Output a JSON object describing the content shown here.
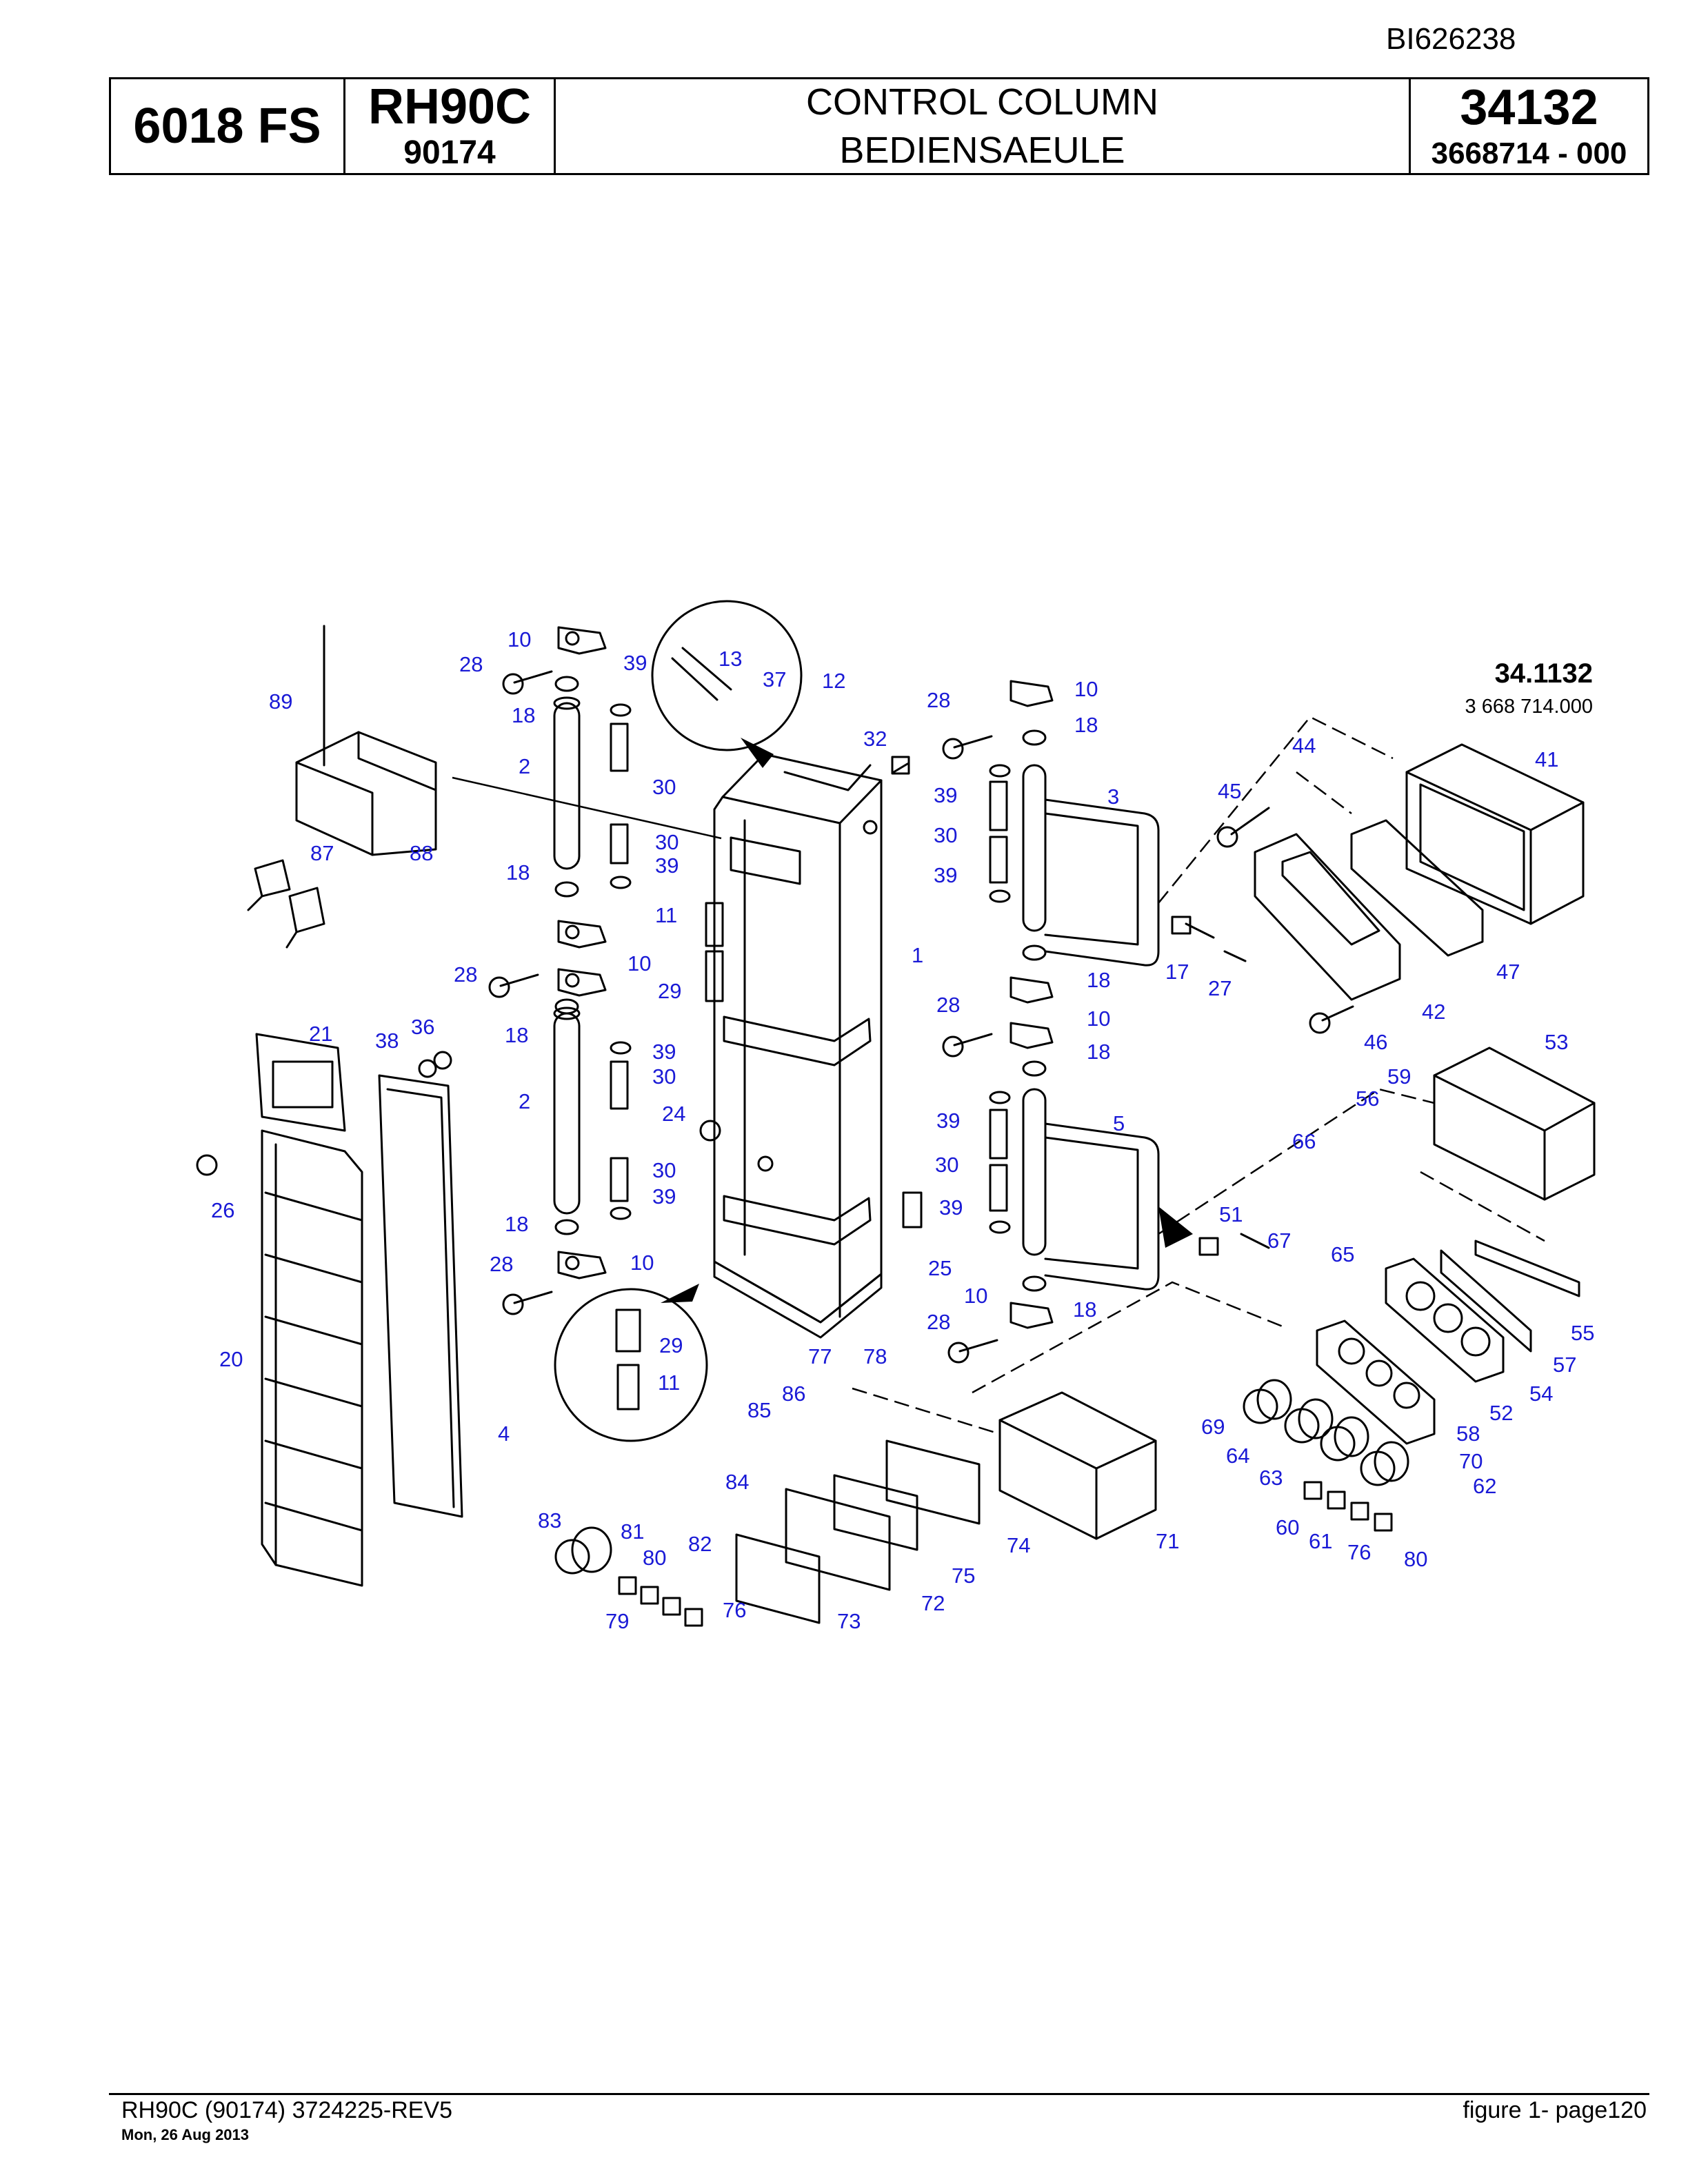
{
  "header": {
    "doc_id": "BI626238",
    "model_code": "6018 FS",
    "machine": "RH90C",
    "serial": "90174",
    "title_en": "CONTROL COLUMN",
    "title_de": "BEDIENSAEULE",
    "figure_number": "34132",
    "part_number": "3668714 - 000"
  },
  "diagram": {
    "ref_main": "34.1132",
    "ref_sub": "3 668 714.000",
    "labels": [
      "1",
      "2",
      "2",
      "3",
      "4",
      "5",
      "10",
      "10",
      "10",
      "10",
      "10",
      "10",
      "11",
      "11",
      "12",
      "13",
      "17",
      "18",
      "18",
      "18",
      "18",
      "18",
      "18",
      "18",
      "18",
      "20",
      "21",
      "24",
      "25",
      "26",
      "27",
      "28",
      "28",
      "28",
      "28",
      "28",
      "28",
      "29",
      "29",
      "30",
      "30",
      "30",
      "30",
      "30",
      "30",
      "32",
      "36",
      "37",
      "38",
      "39",
      "39",
      "39",
      "39",
      "39",
      "39",
      "39",
      "39",
      "41",
      "42",
      "44",
      "45",
      "46",
      "47",
      "51",
      "52",
      "53",
      "54",
      "55",
      "56",
      "57",
      "58",
      "59",
      "60",
      "61",
      "62",
      "63",
      "64",
      "65",
      "66",
      "67",
      "69",
      "70",
      "71",
      "72",
      "73",
      "74",
      "75",
      "76",
      "76",
      "77",
      "78",
      "79",
      "80",
      "80",
      "81",
      "82",
      "83",
      "84",
      "85",
      "86",
      "87",
      "88",
      "89"
    ]
  },
  "footer": {
    "left": "RH90C (90174) 3724225-REV5",
    "date": "Mon, 26 Aug 2013",
    "right": "figure  1- page120"
  }
}
